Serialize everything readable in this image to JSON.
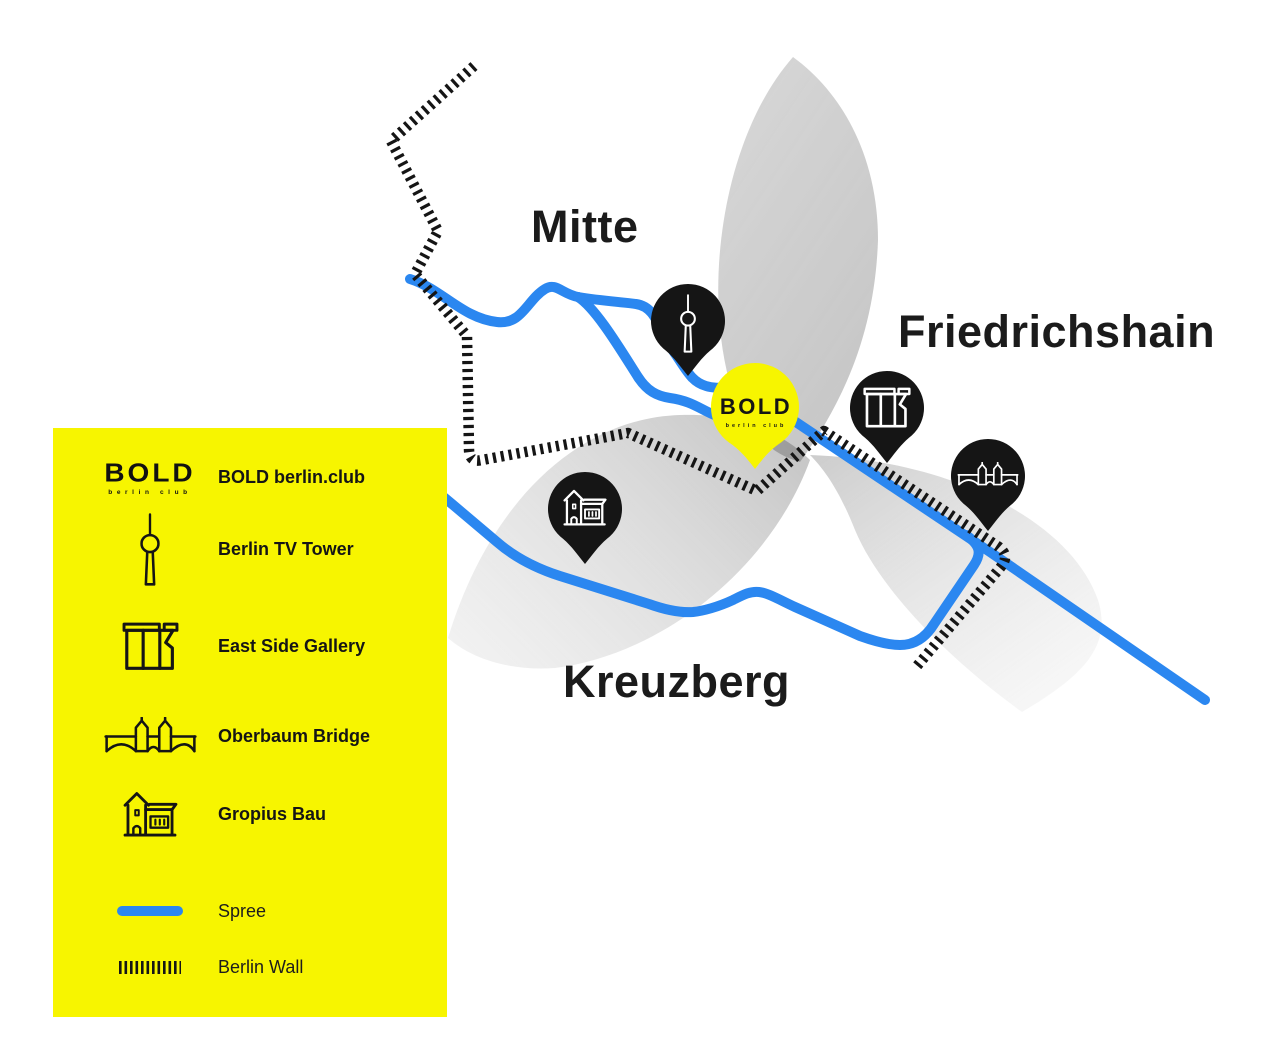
{
  "brand": {
    "wordmark": "BOLD",
    "subtext": "berlin club"
  },
  "map": {
    "districts": [
      {
        "name": "Mitte"
      },
      {
        "name": "Friedrichshain"
      },
      {
        "name": "Kreuzberg"
      }
    ],
    "pins": [
      {
        "id": "berlin-tv-tower",
        "icon": "tv-tower-icon"
      },
      {
        "id": "bold-club",
        "icon": "bold-wordmark"
      },
      {
        "id": "east-side-gallery",
        "icon": "east-side-gallery-icon"
      },
      {
        "id": "oberbaum-bridge",
        "icon": "oberbaum-bridge-icon"
      },
      {
        "id": "gropius-bau",
        "icon": "gropius-bau-icon"
      }
    ],
    "lines": [
      {
        "id": "spree",
        "label": "Spree"
      },
      {
        "id": "berlin-wall",
        "label": "Berlin Wall"
      }
    ]
  },
  "legend": {
    "items": [
      {
        "icon": "bold-logo",
        "label": "BOLD berlin.club"
      },
      {
        "icon": "tv-tower-icon",
        "label": "Berlin TV Tower"
      },
      {
        "icon": "east-side-gallery-icon",
        "label": "East Side Gallery"
      },
      {
        "icon": "oberbaum-bridge-icon",
        "label": "Oberbaum Bridge"
      },
      {
        "icon": "gropius-bau-icon",
        "label": "Gropius Bau"
      },
      {
        "icon": "spree-line-swatch",
        "label": "Spree"
      },
      {
        "icon": "berlin-wall-swatch",
        "label": "Berlin Wall"
      }
    ]
  },
  "colors": {
    "yellow": "#F7F500",
    "blue": "#2B87F0",
    "ink": "#151515",
    "gray": "#ADADAD"
  }
}
